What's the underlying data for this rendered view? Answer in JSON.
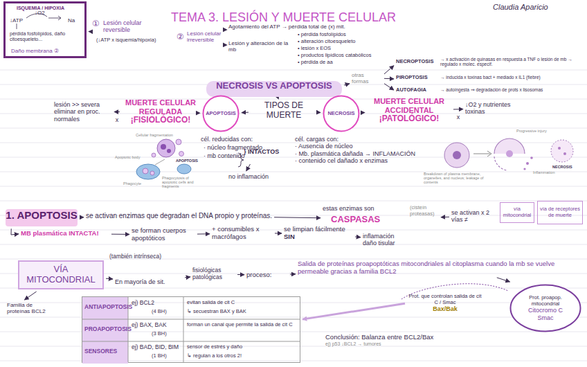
{
  "diagram": {
    "title": "TEMA 3. LESIÓN Y MUERTE CELULAR",
    "nodes": [
      {
        "text": [
          "ISQUEMIA / HIPOXIA",
          "↓ATP",
          "↓O2",
          "Na",
          "pérdida fosfolípidos, daño citoesqueleto...",
          "Daño membrana ②"
        ]
      },
      {
        "text": [
          "①",
          "Lesión celular reversible",
          "(↓ATP x isquemia/hipoxia)"
        ]
      },
      {
        "text": [
          "②",
          "Lesión celular irreversible"
        ]
      },
      {
        "text": [
          "Agotamiento del ATP → pérdida total de (x) mit.",
          "• pérdida fosfolípidos",
          "• alteración citoesqueleto",
          "• lesión x EOS",
          "• productos lipídicos catabólicos",
          "• pérdida de aa"
        ]
      },
      {
        "text": [
          "Lesión y alteración de la mb"
        ]
      },
      {
        "text": [
          "NECROSIS VS APOPTOSIS"
        ]
      },
      {
        "text": [
          "otras formas"
        ]
      },
      {
        "text": [
          "NECROPTOSIS",
          "→ x activación de quinasas en respuesta a TNF o lesión de mb → regulado x molec. especif."
        ]
      },
      {
        "text": [
          "PIROPTOSIS",
          "→ inducida x toxinas bact + mediado x IL1 (fiebre)"
        ]
      },
      {
        "text": [
          "AUTOFAGIA",
          "→ autoingesta ⇒ degradación de prots x lisosomas"
        ]
      },
      {
        "text": [
          "TIPOS DE MUERTE"
        ]
      },
      {
        "text": [
          "APOPTOSIS"
        ]
      },
      {
        "text": [
          "NECROSIS"
        ]
      },
      {
        "text": [
          "MUERTE CELULAR REGULADA",
          "¡FISIOLÓGICO!"
        ]
      },
      {
        "text": [
          "lesión >> severa",
          "eliminar en proc. normales"
        ]
      },
      {
        "text": [
          "MUERTE CELULAR ACCIDENTAL",
          "¡PATOLÓGICO!"
        ]
      },
      {
        "text": [
          "↓O2 y nutrientes",
          "toxinas"
        ]
      },
      {
        "text": [
          "cél. reducidas con:",
          "· núcleo fragmentado",
          "· mb contenido",
          "} INTACTOS"
        ]
      },
      {
        "text": [
          "no inflamación"
        ]
      },
      {
        "text": [
          "cél. cargas con:",
          "· Ausencia de núcleo",
          "· Mb. plasmática dañada → INFLAMACIÓN",
          "· contenido cel dañado x enzimas"
        ]
      },
      {
        "text": [
          "1. APOPTOSIS"
        ]
      },
      {
        "text": [
          "se activan enzimas que degradan el DNA propio y proteínas."
        ]
      },
      {
        "text": [
          "estas enzimas son",
          "CASPASAS",
          "(cisteín proteasas)"
        ]
      },
      {
        "text": [
          "se activan x 2 vías ≠"
        ]
      },
      {
        "text": [
          "vía mitocondrial"
        ]
      },
      {
        "text": [
          "vía de receptores de muerte"
        ]
      },
      {
        "text": [
          "MB plasmática INTACTA!"
        ]
      },
      {
        "text": [
          "se forman cuerpos apoptóticos"
        ]
      },
      {
        "text": [
          "+ consumibles x macrófagos"
        ]
      },
      {
        "text": [
          "se limpian fácilmente",
          "SIN"
        ]
      },
      {
        "text": [
          "inflamación",
          "daño tisular"
        ]
      },
      {
        "text": [
          "VÍA MITOCONDRIAL"
        ]
      },
      {
        "text": [
          "(también intrínseca)"
        ]
      },
      {
        "text": [
          "En mayoría de sit."
        ]
      },
      {
        "text": [
          "fisiológicas",
          "patológicas"
        ]
      },
      {
        "text": [
          "proceso:"
        ]
      },
      {
        "text": [
          "Salida de proteínas proapoptóticas mitocondriales al citoplasma cuando la mb se vuelve permeable gracias a familia BCL2"
        ]
      },
      {
        "text": [
          "Familia de proteínas BCL2"
        ]
      },
      {
        "text": [
          "ANTIAPOPTOSIS",
          "ej) BCL2",
          "(4 BH)",
          "evitan salida de cit C",
          "↳ secuestran BAX y BAK",
          "PROAPOPTOSIS",
          "ej) BAX, BAK",
          "(3 BH)",
          "forman un canal que permite la salida de cit C",
          "SENSORES",
          "ej) BAD, BID, BIM",
          "(1 BH)",
          "sensor de estrés y daño",
          "↳ regulan a los otros 2!"
        ]
      },
      {
        "text": [
          "Prot. proapop. mitocondrial",
          "Citocromo C",
          "Smac"
        ]
      },
      {
        "text": [
          "Prot. que controlan salida de cit C / Smac",
          "Bax/Bak"
        ]
      },
      {
        "text": [
          "Conclusión: Balanza entre BCL2/Bax",
          "ej) p53 ↓BCL2 → tumores"
        ]
      }
    ],
    "edges": [
      {
        "from": 1,
        "to": 0,
        "arrow": "to"
      },
      {
        "from": 2,
        "to": 3,
        "arrow": "to"
      },
      {
        "from": 2,
        "to": 4,
        "arrow": "to"
      },
      {
        "from": 5,
        "to": 6,
        "arrow": "to"
      },
      {
        "from": 6,
        "to": 7,
        "arrow": "to"
      },
      {
        "from": 6,
        "to": 8,
        "arrow": "to"
      },
      {
        "from": 6,
        "to": 9,
        "arrow": "to"
      },
      {
        "from": 5,
        "to": 10,
        "arrow": "to"
      },
      {
        "from": 10,
        "to": 11,
        "arrow": "to"
      },
      {
        "from": 10,
        "to": 12,
        "arrow": "to"
      },
      {
        "from": 11,
        "to": 13,
        "arrow": "to"
      },
      {
        "from": 13,
        "to": 14,
        "label": "x",
        "arrow": "to"
      },
      {
        "from": 12,
        "to": 15,
        "arrow": "to"
      },
      {
        "from": 15,
        "to": 16,
        "label": "x",
        "arrow": "to"
      },
      {
        "from": 17,
        "to": 18,
        "arrow": "to"
      },
      {
        "from": 20,
        "to": 21,
        "arrow": "to"
      },
      {
        "from": 21,
        "to": 22,
        "arrow": "to"
      },
      {
        "from": 23,
        "to": 22,
        "arrow": "to"
      },
      {
        "from": 20,
        "to": 26,
        "arrow": "to"
      },
      {
        "from": 26,
        "to": 27,
        "arrow": "to"
      },
      {
        "from": 27,
        "to": 28,
        "arrow": "to"
      },
      {
        "from": 28,
        "to": 29,
        "arrow": "to"
      },
      {
        "from": 29,
        "to": 30,
        "arrow": "to"
      },
      {
        "from": 31,
        "to": 33,
        "arrow": "to"
      },
      {
        "from": 33,
        "to": 34,
        "arrow": "to"
      },
      {
        "from": 34,
        "to": 35,
        "arrow": "to"
      },
      {
        "from": 35,
        "to": 36,
        "arrow": "to"
      },
      {
        "from": 31,
        "to": 37,
        "arrow": "to"
      },
      {
        "from": 36,
        "to": 39,
        "arrow": "to"
      },
      {
        "from": 40,
        "to": 38,
        "arrow": "to"
      }
    ],
    "labels": [
      "Claudia Aparicio",
      "Cellular fragmentation",
      "Apoptotic body",
      "APOPTOSIS",
      "Phagocyte",
      "Phagocytosis of apoptotic cells and fragments",
      "Breakdown of plasma membrane, organelles, and nucleus; leakage of contents",
      "Progressive injury",
      "Inflammation",
      "NECROSIS"
    ]
  }
}
